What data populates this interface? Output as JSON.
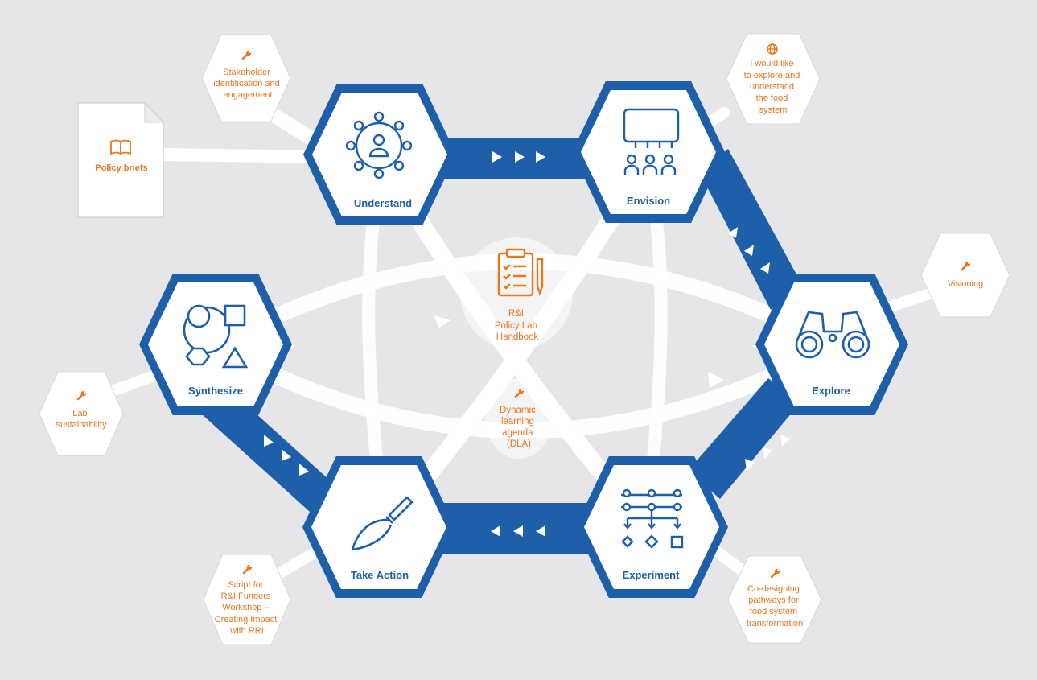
{
  "colors": {
    "background": "#e6e6e8",
    "primary_blue": "#1d5fa8",
    "accent_orange": "#e8771e",
    "path_white": "#ffffff"
  },
  "stages": {
    "understand": "Understand",
    "envision": "Envision",
    "explore": "Explore",
    "experiment": "Experiment",
    "take_action": "Take Action",
    "synthesize": "Synthesize"
  },
  "center": {
    "handbook": [
      "R&I",
      "Policy Lab",
      "Handbook"
    ],
    "dla": [
      "Dynamic",
      "learning",
      "agenda",
      "(DLA)"
    ]
  },
  "tools": {
    "stakeholder": [
      "Stakeholder",
      "identification and",
      "engagement"
    ],
    "explore_food": [
      "I would like",
      "to explore and",
      "understand",
      "the food",
      "system"
    ],
    "visioning": [
      "Visioning"
    ],
    "lab_sustainability": [
      "Lab",
      "sustainability"
    ],
    "script_funders": [
      "Script for",
      "R&I Funders",
      "Workshop –",
      "Creating Impact",
      "with RRI"
    ],
    "codesigning": [
      "Co-designing",
      "pathways for",
      "food system",
      "transformation"
    ]
  },
  "policy_briefs": "Policy briefs",
  "icons": {
    "understand": "stakeholder-network-icon",
    "envision": "group-discussion-icon",
    "explore": "binoculars-icon",
    "experiment": "flowchart-icon",
    "take_action": "trowel-icon",
    "synthesize": "shapes-icon",
    "handbook": "clipboard-checklist-icon",
    "tool": "wrench-icon",
    "globe": "globe-icon",
    "book": "open-book-icon"
  }
}
